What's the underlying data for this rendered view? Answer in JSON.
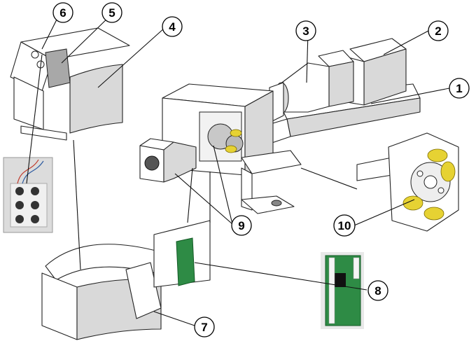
{
  "callouts": [
    {
      "id": "1",
      "label": "1"
    },
    {
      "id": "2",
      "label": "2"
    },
    {
      "id": "3",
      "label": "3"
    },
    {
      "id": "4",
      "label": "4"
    },
    {
      "id": "5",
      "label": "5"
    },
    {
      "id": "6",
      "label": "6"
    },
    {
      "id": "7",
      "label": "7"
    },
    {
      "id": "8",
      "label": "8"
    },
    {
      "id": "9",
      "label": "9"
    },
    {
      "id": "10",
      "label": "10"
    }
  ],
  "colors": {
    "spring": "#e6d233",
    "pcb": "#2e8b45",
    "line": "#222222",
    "shade": "#d9d9d9"
  }
}
